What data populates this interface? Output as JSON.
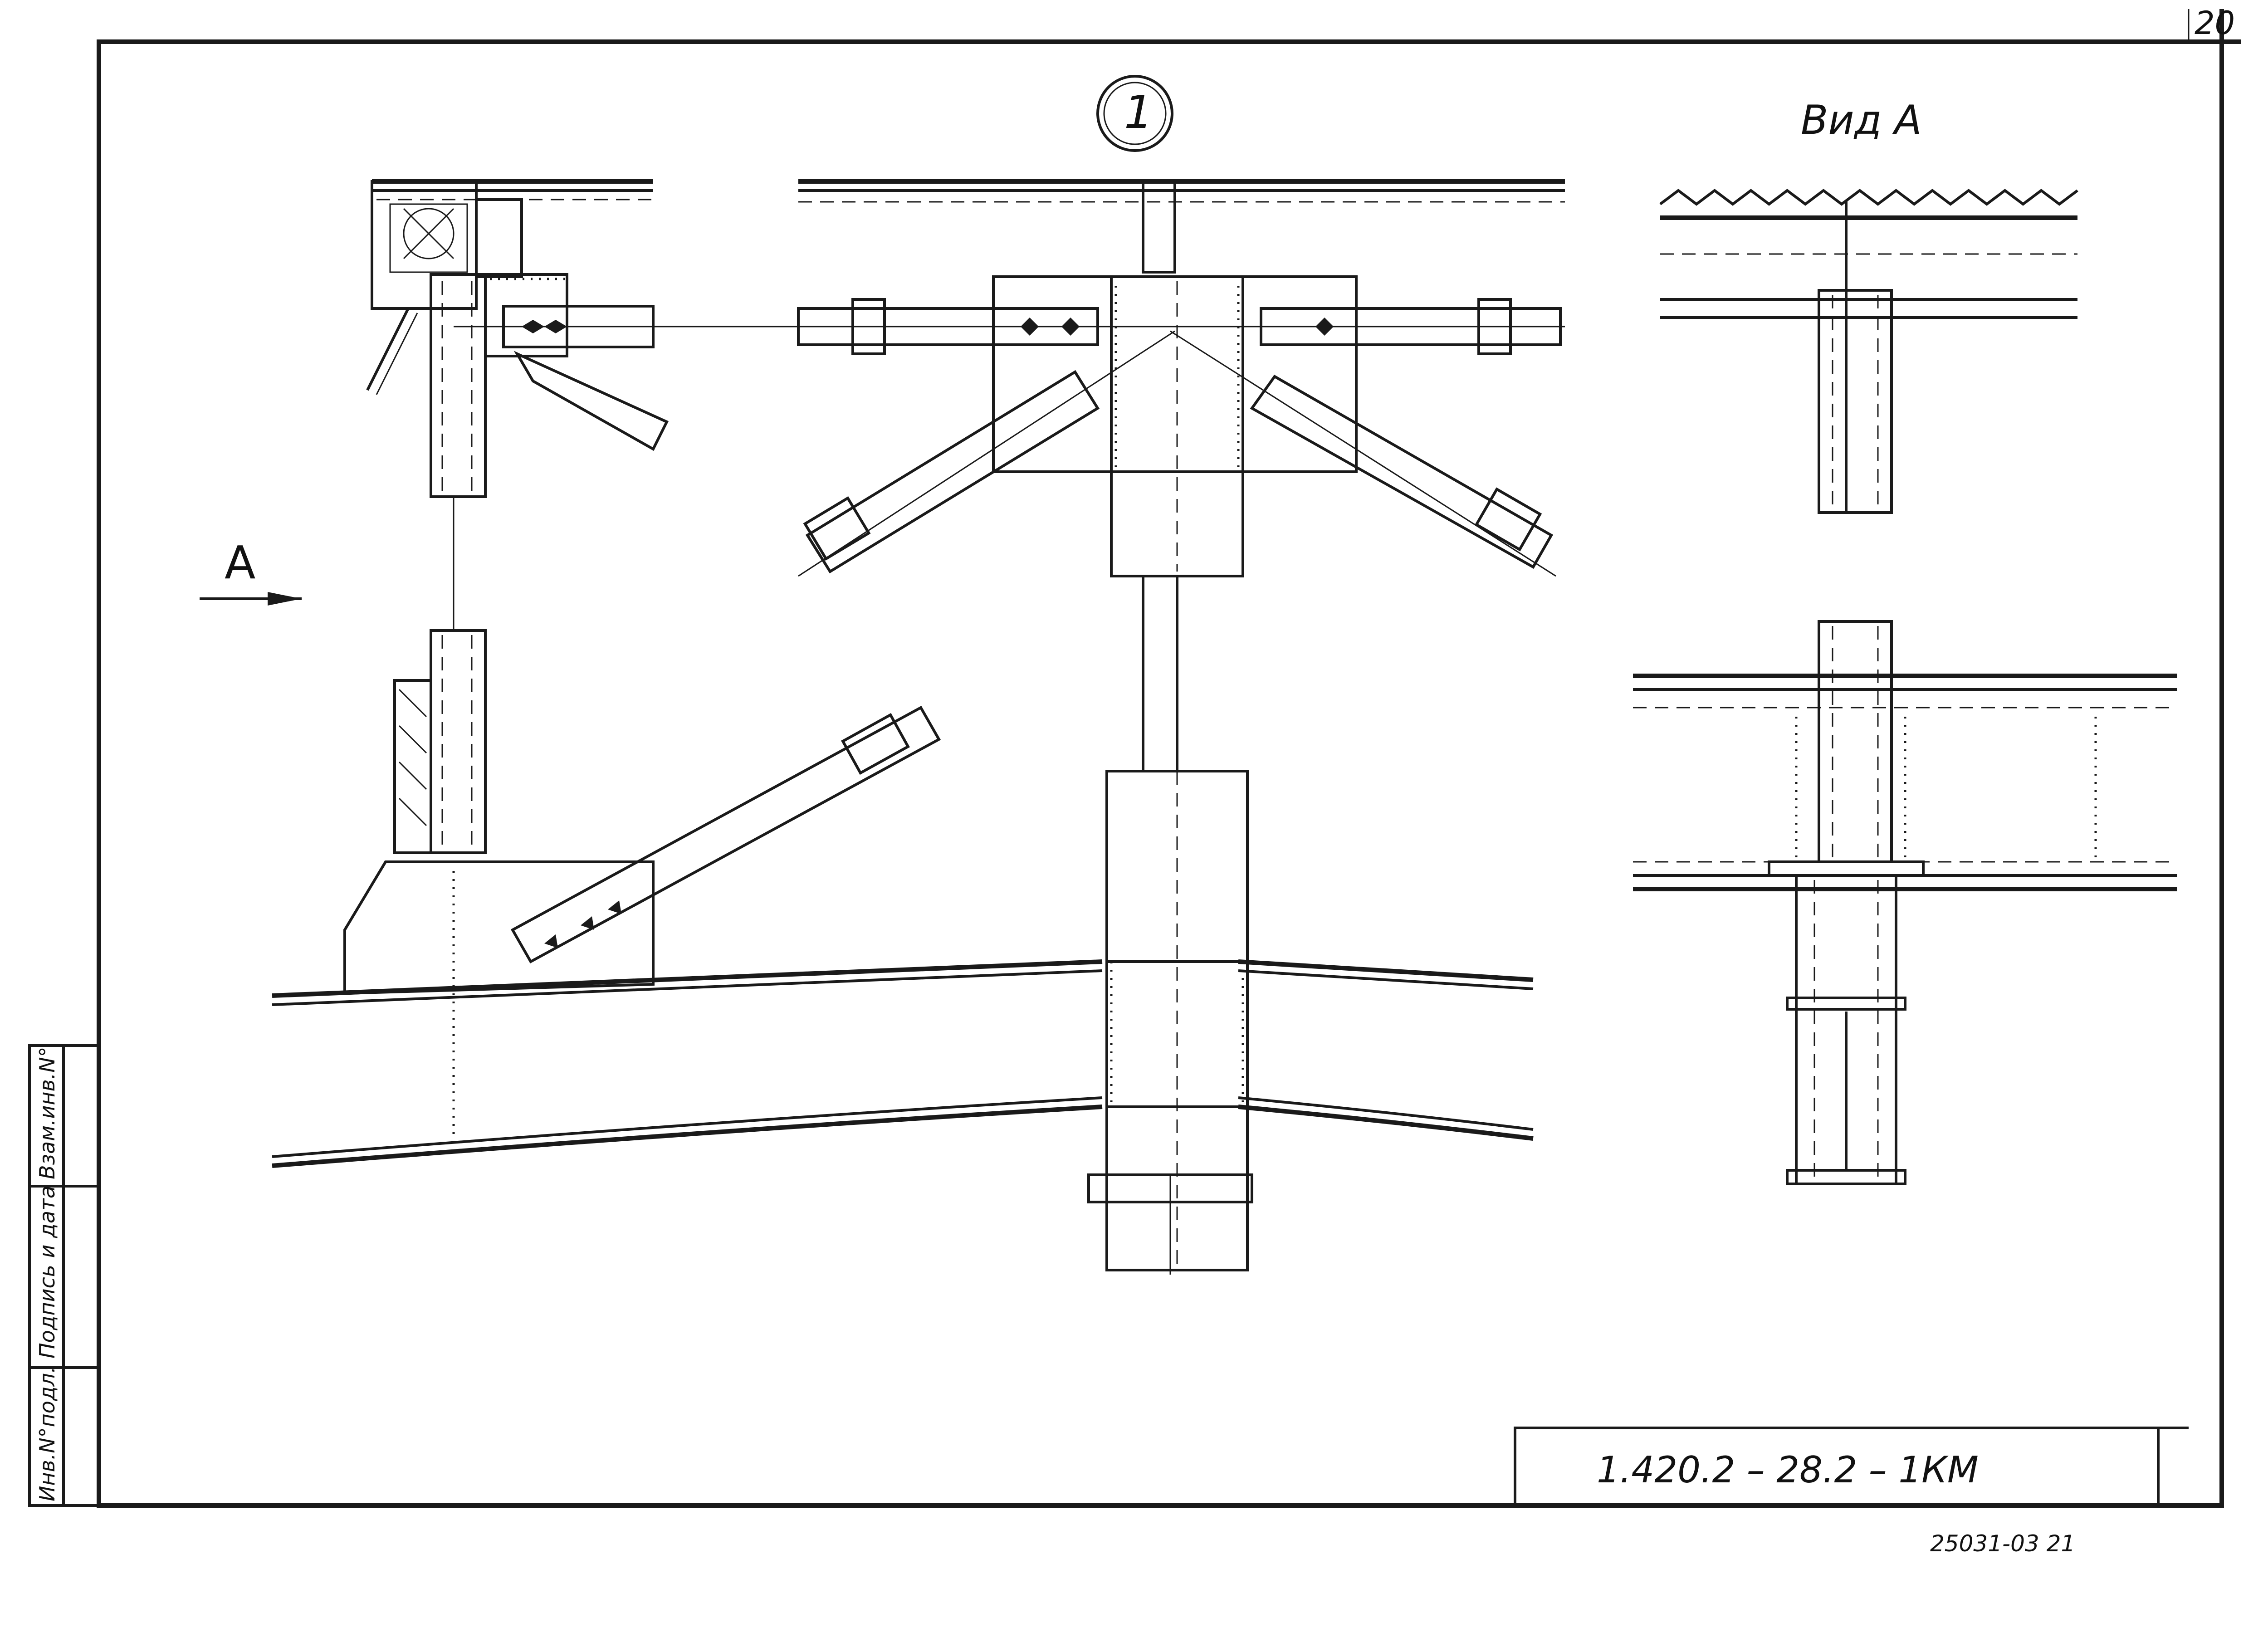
{
  "sheet": {
    "page_number": "20",
    "detail_number": "1",
    "view_title": "Вид А",
    "section_letter": "А",
    "designation": "1.420.2 – 28.2 – 1КМ",
    "archive_number": "25031-03   21"
  },
  "side_stamp": {
    "fields": [
      "Инв.N°подл.",
      "Подпись и дата",
      "Взам.инв.N°"
    ]
  },
  "colors": {
    "ink": "#1a1a1a",
    "paper": "#ffffff"
  }
}
